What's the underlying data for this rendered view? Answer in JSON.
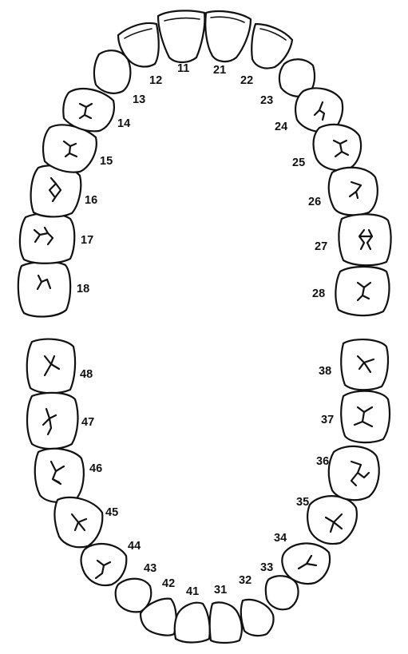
{
  "upper_arch": {
    "teeth": [
      {
        "id": "tooth-18",
        "label": "18"
      },
      {
        "id": "tooth-17",
        "label": "17"
      },
      {
        "id": "tooth-16",
        "label": "16"
      },
      {
        "id": "tooth-15",
        "label": "15"
      },
      {
        "id": "tooth-14",
        "label": "14"
      },
      {
        "id": "tooth-13",
        "label": "13"
      },
      {
        "id": "tooth-12",
        "label": "12"
      },
      {
        "id": "tooth-11",
        "label": "11"
      },
      {
        "id": "tooth-21",
        "label": "21"
      },
      {
        "id": "tooth-22",
        "label": "22"
      },
      {
        "id": "tooth-23",
        "label": "23"
      },
      {
        "id": "tooth-24",
        "label": "24"
      },
      {
        "id": "tooth-25",
        "label": "25"
      },
      {
        "id": "tooth-26",
        "label": "26"
      },
      {
        "id": "tooth-27",
        "label": "27"
      },
      {
        "id": "tooth-28",
        "label": "28"
      }
    ]
  },
  "lower_arch": {
    "teeth": [
      {
        "id": "tooth-48",
        "label": "48"
      },
      {
        "id": "tooth-47",
        "label": "47"
      },
      {
        "id": "tooth-46",
        "label": "46"
      },
      {
        "id": "tooth-45",
        "label": "45"
      },
      {
        "id": "tooth-44",
        "label": "44"
      },
      {
        "id": "tooth-43",
        "label": "43"
      },
      {
        "id": "tooth-42",
        "label": "42"
      },
      {
        "id": "tooth-41",
        "label": "41"
      },
      {
        "id": "tooth-31",
        "label": "31"
      },
      {
        "id": "tooth-32",
        "label": "32"
      },
      {
        "id": "tooth-33",
        "label": "33"
      },
      {
        "id": "tooth-34",
        "label": "34"
      },
      {
        "id": "tooth-35",
        "label": "35"
      },
      {
        "id": "tooth-36",
        "label": "36"
      },
      {
        "id": "tooth-37",
        "label": "37"
      },
      {
        "id": "tooth-38",
        "label": "38"
      }
    ]
  }
}
